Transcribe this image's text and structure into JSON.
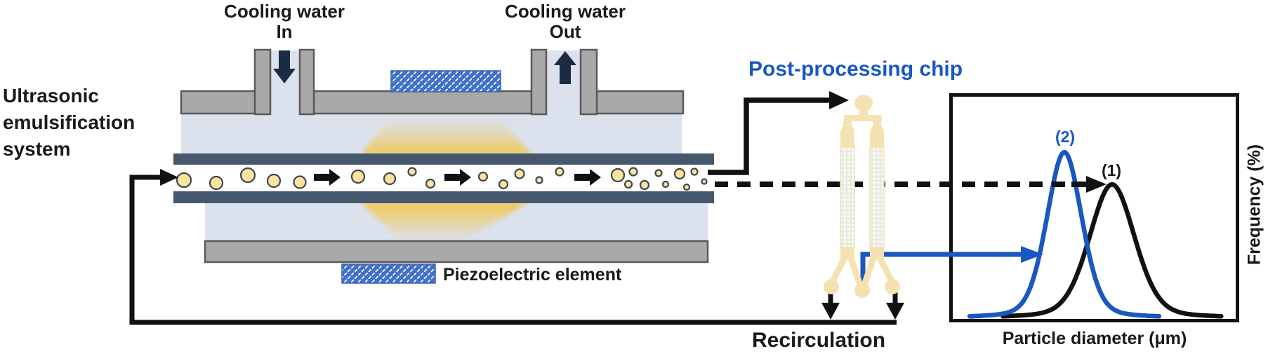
{
  "colors": {
    "accent_blue": "#1a57c0",
    "ink": "#111111",
    "text": "#1a1a1a",
    "water": "#dbe2ee",
    "plate_gray": "#a9a9a9",
    "plate_border": "#5a5a5a",
    "channel_wall": "#46586e",
    "droplet_fill": "#fce49c",
    "droplet_stroke": "#3d4654",
    "glow_yellow": "#f2c64a",
    "piezo_blue": "#4070c8",
    "chip_cream": "#f4e2b2",
    "chip_beads": "#e7ebe0",
    "pipe_arrow": "#1b2b42"
  },
  "labels": {
    "system_line1": "Ultrasonic",
    "system_line2": "emulsification",
    "system_line3": "system",
    "cooling_in_line1": "Cooling water",
    "cooling_in_line2": "In",
    "cooling_out_line1": "Cooling water",
    "cooling_out_line2": "Out",
    "piezo": "Piezoelectric element",
    "chip_title": "Post-processing chip",
    "recirculation": "Recirculation"
  },
  "droplets": [
    [
      262,
      257,
      20
    ],
    [
      308,
      261,
      18
    ],
    [
      353,
      250,
      20
    ],
    [
      390,
      258,
      18
    ],
    [
      427,
      260,
      17
    ],
    [
      510,
      252,
      18
    ],
    [
      555,
      255,
      16
    ],
    [
      587,
      245,
      11
    ],
    [
      613,
      262,
      12
    ],
    [
      688,
      252,
      12
    ],
    [
      717,
      263,
      12
    ],
    [
      740,
      248,
      13
    ],
    [
      768,
      257,
      9
    ],
    [
      797,
      245,
      11
    ],
    [
      880,
      250,
      18
    ],
    [
      902,
      245,
      11
    ],
    [
      895,
      263,
      10
    ],
    [
      918,
      264,
      12
    ],
    [
      938,
      247,
      9
    ],
    [
      948,
      263,
      8
    ],
    [
      968,
      248,
      14
    ],
    [
      978,
      267,
      8
    ],
    [
      989,
      245,
      9
    ],
    [
      1003,
      259,
      7
    ]
  ],
  "flow_arrows": [
    [
      447,
      253
    ],
    [
      633,
      253
    ],
    [
      818,
      253
    ]
  ],
  "chart_data": {
    "type": "line",
    "title": "",
    "xlabel": "Particle diameter (μm)",
    "ylabel": "Frequency (%)",
    "axis_ticks": "none (schematic, unitless)",
    "grid": false,
    "legend": false,
    "series": [
      {
        "name": "(1)",
        "color": "#111111",
        "center_frac": 0.562,
        "sigma_frac": 0.08,
        "lorentz_frac": 0.092,
        "peak_frac": 0.6,
        "range_frac": 0.38,
        "description": "Before post-processing: larger mean diameter, broader distribution"
      },
      {
        "name": "(2)",
        "color": "#1a57c0",
        "center_frac": 0.396,
        "sigma_frac": 0.062,
        "lorentz_frac": 0.07,
        "peak_frac": 0.745,
        "range_frac": 0.33,
        "description": "After post-processing: smaller mean diameter, narrower distribution"
      }
    ],
    "annotations": [
      {
        "text": "(2)",
        "color": "#1a57c0",
        "target": "blue curve peak"
      },
      {
        "text": "(1)",
        "color": "#111111",
        "target": "black curve peak"
      },
      {
        "type": "dashed-arrow",
        "color": "#111111",
        "meaning": "emulsion straight from ultrasonic channel gives curve (1)"
      },
      {
        "type": "solid-arrow",
        "color": "#1a57c0",
        "meaning": "emulsion from post-processing chip middle outlet gives curve (2)"
      }
    ]
  }
}
